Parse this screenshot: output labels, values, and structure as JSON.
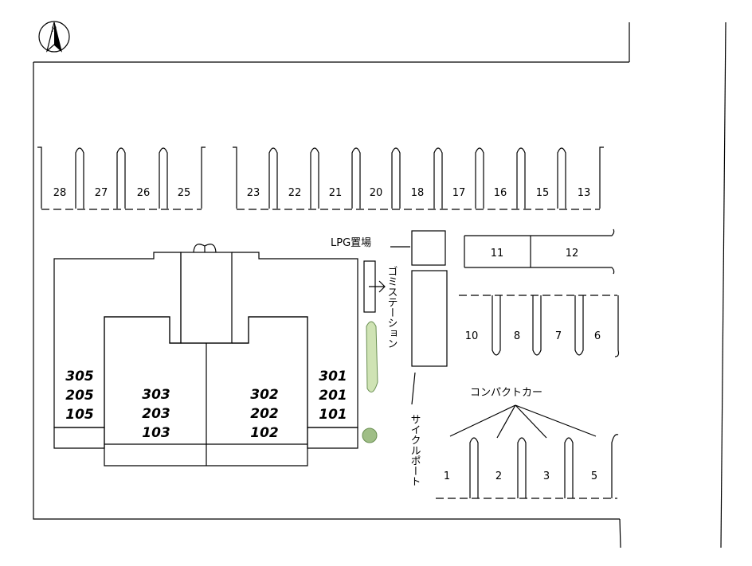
{
  "compass": {
    "label": "N",
    "icon": "north-arrow-icon"
  },
  "parking_top": [
    "28",
    "27",
    "26",
    "25",
    "23",
    "22",
    "21",
    "20",
    "18",
    "17",
    "16",
    "15",
    "13"
  ],
  "parking_mid": [
    "11",
    "12"
  ],
  "parking_right": [
    "10",
    "8",
    "7",
    "6"
  ],
  "parking_bottom": [
    "1",
    "2",
    "3",
    "5"
  ],
  "labels": {
    "lpg": "LPG置場",
    "garbage_station": "ゴミステーション",
    "cycle_port": "サイクルポート",
    "compact_car": "コンパクトカー"
  },
  "units": {
    "left": [
      "305",
      "205",
      "105"
    ],
    "center_left": [
      "303",
      "203",
      "103"
    ],
    "center_right": [
      "302",
      "202",
      "102"
    ],
    "right": [
      "301",
      "201",
      "101"
    ]
  },
  "colors": {
    "hedge": "#cfe3b4",
    "hedge_stroke": "#6a8f52",
    "tree": "#9fbe86"
  }
}
